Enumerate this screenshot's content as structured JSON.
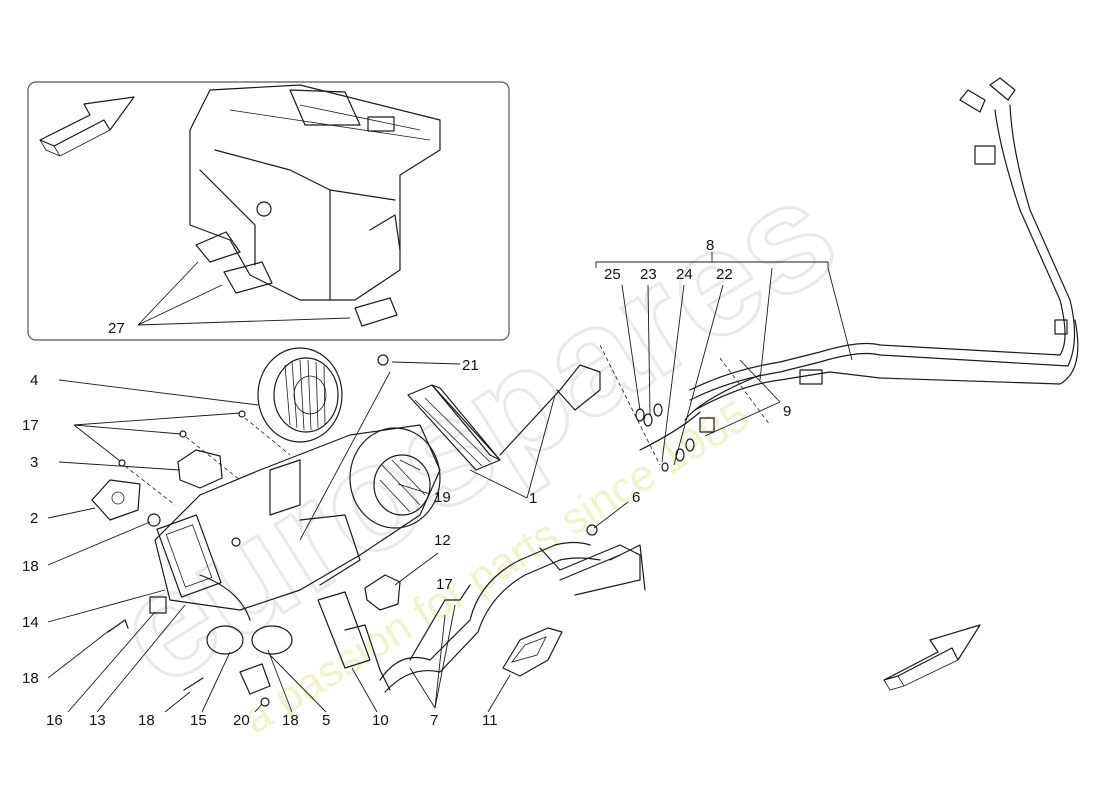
{
  "watermark": {
    "brand": "eurospares",
    "tagline": "a passion for parts since 1985"
  },
  "callouts": {
    "c1": "1",
    "c2": "2",
    "c3": "3",
    "c4": "4",
    "c5": "5",
    "c6": "6",
    "c7": "7",
    "c8": "8",
    "c9": "9",
    "c10": "10",
    "c11": "11",
    "c12": "12",
    "c13": "13",
    "c14": "14",
    "c15": "15",
    "c16": "16",
    "c17a": "17",
    "c17b": "17",
    "c18a": "18",
    "c18b": "18",
    "c18c": "18",
    "c18d": "18",
    "c19": "19",
    "c20": "20",
    "c21": "21",
    "c22": "22",
    "c23": "23",
    "c24": "24",
    "c25": "25",
    "c27": "27"
  },
  "icons": {
    "inset_arrow": "view-direction-arrow-icon",
    "main_arrow": "view-direction-arrow-icon"
  }
}
